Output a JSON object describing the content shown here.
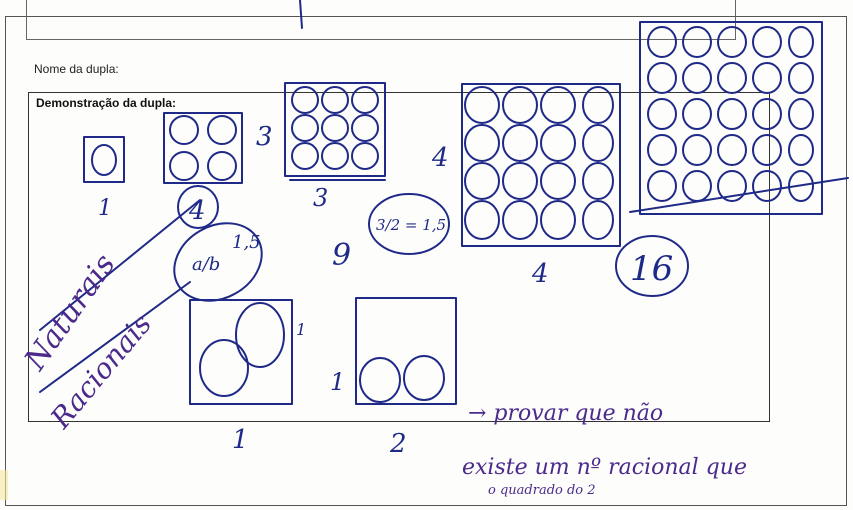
{
  "form": {
    "nome_label": "Nome da dupla:",
    "demo_label": "Demonstração da dupla:"
  },
  "handwriting": {
    "numbers_below": [
      "1",
      "4",
      "3",
      "4",
      "16"
    ],
    "numbers_side": [
      "3",
      "4"
    ],
    "nine": "9",
    "fraction_a_b": "a/b",
    "one_five": "1,5",
    "three_halves": "3/2 = 1,5",
    "naturais": "Naturais",
    "racionais": "Racionais",
    "bottom_numbers": [
      "1",
      "2"
    ],
    "bottom_side": [
      "1",
      "1"
    ],
    "note_line1": "→ provar que não",
    "note_line2": "existe um nº racional que",
    "note_line3": "o quadrado do 2"
  }
}
